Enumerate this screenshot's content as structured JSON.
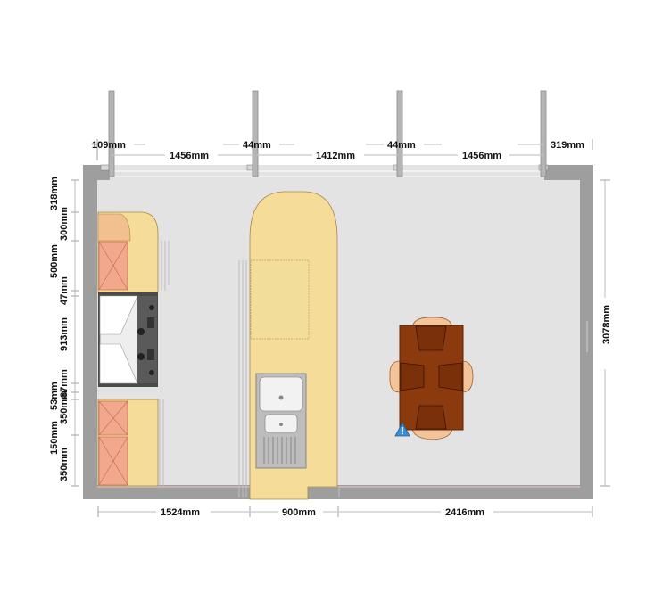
{
  "plan": {
    "colors": {
      "wall": "#9e9e9e",
      "floor": "#e3e3e3",
      "counter": "#f5dc98",
      "cabinet_front": "#f2a88c",
      "table": "#8b3a0e",
      "chair": "#f3c49a",
      "sink": "#c9c9c9",
      "marker": "#3a8fd6"
    },
    "top_dims": {
      "d1": "109mm",
      "d2": "44mm",
      "d3": "44mm",
      "d4": "319mm",
      "d5": "1456mm",
      "d6": "1412mm",
      "d7": "1456mm"
    },
    "left_dims": {
      "d1": "318mm",
      "d2": "300mm",
      "d3": "500mm",
      "d4": "47mm",
      "d5": "913mm",
      "d6": "53mm",
      "d7": "350mm",
      "d8": "87mm",
      "d9": "150mm",
      "d10": "350mm"
    },
    "right_dims": {
      "d1": "3078mm"
    },
    "bottom_dims": {
      "d1": "1524mm",
      "d2": "900mm",
      "d3": "2416mm"
    },
    "icons": [
      "window-icon",
      "stove-icon",
      "sink-icon",
      "dining-table-icon",
      "warning-icon"
    ]
  }
}
